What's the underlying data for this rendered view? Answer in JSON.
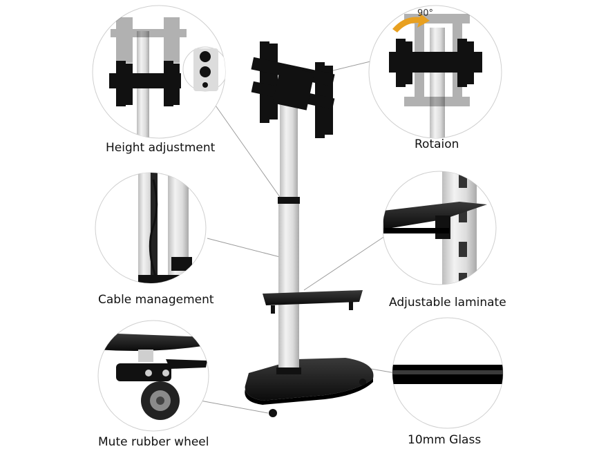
{
  "features": {
    "height_adjustment": "Height adjustment",
    "rotation": "Rotaion",
    "rotation_angle": "90°",
    "cable_management": "Cable management",
    "adjustable_laminate": "Adjustable laminate",
    "mute_rubber_wheel": "Mute rubber wheel",
    "glass": "10mm Glass"
  },
  "colors": {
    "background": "#ffffff",
    "metal_black": "#111111",
    "aluminium": "#d8d8d8",
    "rotation_arrow": "#e8a020"
  }
}
